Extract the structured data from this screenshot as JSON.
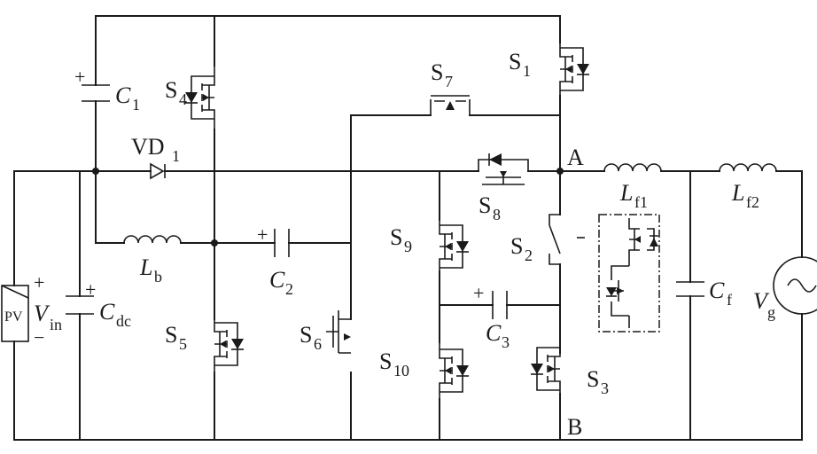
{
  "labels": {
    "s1": "S",
    "s1_sub": "1",
    "s2": "S",
    "s2_sub": "2",
    "s3": "S",
    "s3_sub": "3",
    "s4": "S",
    "s4_sub": "4",
    "s5": "S",
    "s5_sub": "5",
    "s6": "S",
    "s6_sub": "6",
    "s7": "S",
    "s7_sub": "7",
    "s8": "S",
    "s8_sub": "8",
    "s9": "S",
    "s9_sub": "9",
    "s10": "S",
    "s10_sub": "10",
    "c1": "C",
    "c1_sub": "1",
    "c2": "C",
    "c2_sub": "2",
    "c3": "C",
    "c3_sub": "3",
    "cdc": "C",
    "cdc_sub": "dc",
    "cf": "C",
    "cf_sub": "f",
    "lb": "L",
    "lb_sub": "b",
    "lf1": "L",
    "lf1_sub": "f1",
    "lf2": "L",
    "lf2_sub": "f2",
    "vd1": "VD",
    "vd1_sub": "1",
    "vin": "V",
    "vin_sub": "in",
    "vg": "V",
    "vg_sub": "g",
    "pv": "PV",
    "node_a": "A",
    "node_b": "B",
    "plus": "+",
    "minus": "−"
  }
}
